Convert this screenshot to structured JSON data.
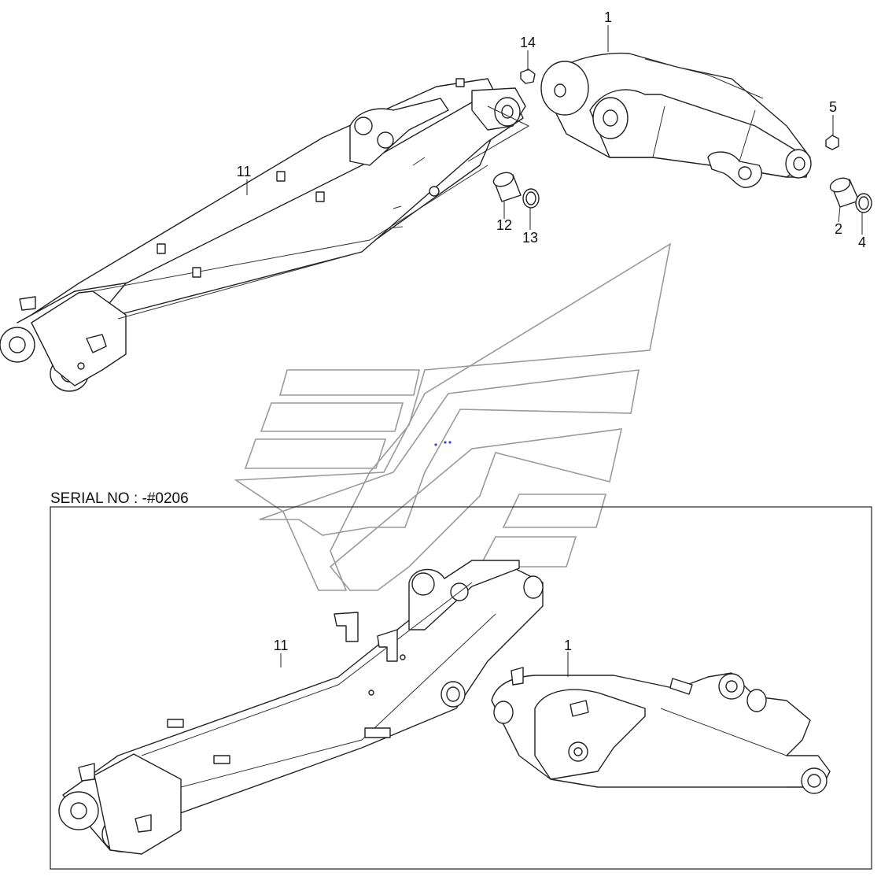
{
  "labels": {
    "upper_part_1": "1",
    "upper_part_2": "2",
    "upper_part_4": "4",
    "upper_part_5": "5",
    "upper_part_11": "11",
    "upper_part_12": "12",
    "upper_part_13": "13",
    "upper_part_14": "14",
    "lower_part_11": "11",
    "lower_part_1": "1"
  },
  "serial_caption": "SERIAL NO : -#0206",
  "colors": {
    "line": "#222222",
    "watermark": "#9a9a9a",
    "background": "#ffffff"
  }
}
